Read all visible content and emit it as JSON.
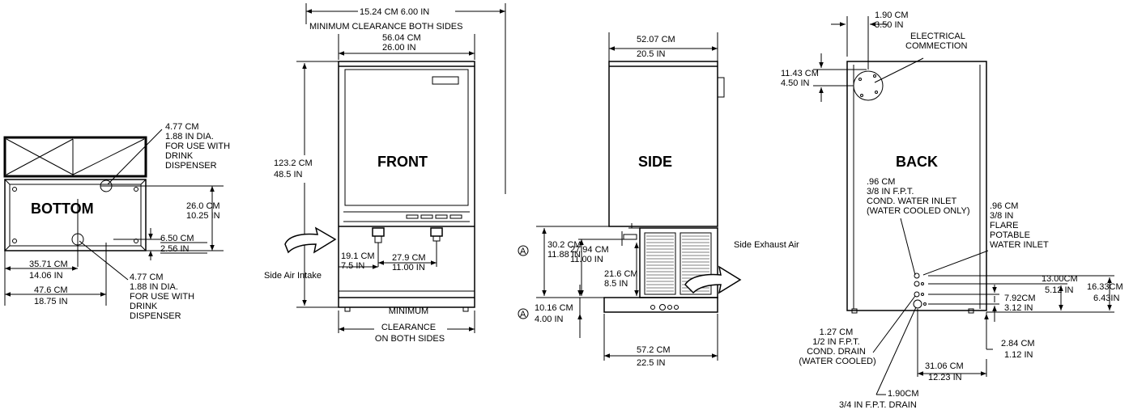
{
  "views": {
    "bottom": "BOTTOM",
    "front": "FRONT",
    "side": "SIDE",
    "back": "BACK"
  },
  "bottom": {
    "hole_top": [
      "4.77 CM",
      "1.88 IN DIA.",
      "FOR USE WITH",
      "DRINK",
      "DISPENSER"
    ],
    "hole_bottom": [
      "4.77 CM",
      "1.88 IN DIA.",
      "FOR USE WITH",
      "DRINK",
      "DISPENSER"
    ],
    "d_26": [
      "26.0 CM",
      "10.25 IN"
    ],
    "d_650": [
      "6.50 CM",
      "2.56 IN"
    ],
    "d_3571": [
      "35.71 CM",
      "14.06 IN"
    ],
    "d_476": [
      "47.6 CM",
      "18.75 IN"
    ]
  },
  "front": {
    "top_clear": "15.24 CM 6.00 IN",
    "top_clear_note": "MINIMUM CLEARANCE BOTH SIDES",
    "width": [
      "56.04 CM",
      "26.00 IN"
    ],
    "height": [
      "123.2 CM",
      "48.5 IN"
    ],
    "d_191": [
      "19.1 CM",
      "7.5 IN"
    ],
    "d_279": [
      "27.9 CM",
      "11.00 IN"
    ],
    "air_intake": "Side Air Intake",
    "bottom_clear": [
      "MINIMUM",
      "CLEARANCE",
      "ON BOTH SIDES"
    ]
  },
  "side": {
    "width": [
      "52.07 CM",
      "20.5 IN"
    ],
    "marker": "A",
    "d_302": [
      "30.2 CM",
      "11.88 IN"
    ],
    "d_2794": [
      "27.94 CM",
      "11.00 IN"
    ],
    "d_216": [
      "21.6 CM",
      "8.5 IN"
    ],
    "d_1016": [
      "10.16 CM",
      "4.00 IN"
    ],
    "d_572": [
      "57.2 CM",
      "22.5 IN"
    ],
    "exhaust": "Side Exhaust Air"
  },
  "back": {
    "d_190": [
      "1.90 CM",
      "3.50 IN"
    ],
    "electrical": [
      "ELECTRICAL",
      "COMMECTION"
    ],
    "d_1143": [
      "11.43 CM",
      "4.50 IN"
    ],
    "cond_inlet": [
      ".96 CM",
      "3/8 IN F.P.T.",
      "COND. WATER INLET",
      "(WATER COOLED ONLY)"
    ],
    "potable_inlet": [
      ".96 CM",
      "3/8 IN",
      "FLARE",
      "POTABLE",
      "WATER INLET"
    ],
    "d_792": [
      "7.92CM",
      "3.12 IN"
    ],
    "d_1300": [
      "13.00CM",
      "5.12 IN"
    ],
    "d_1633": [
      "16.33CM",
      "6.43IN"
    ],
    "cond_drain": [
      "1.27 CM",
      "1/2 IN F.P.T.",
      "COND. DRAIN",
      "(WATER COOLED)"
    ],
    "d_284": [
      "2.84 CM",
      "1.12 IN"
    ],
    "d_3106": [
      "31.06 CM",
      "12.23 IN"
    ],
    "drain": [
      "1.90CM",
      "3/4 IN F.P.T. DRAIN"
    ]
  }
}
